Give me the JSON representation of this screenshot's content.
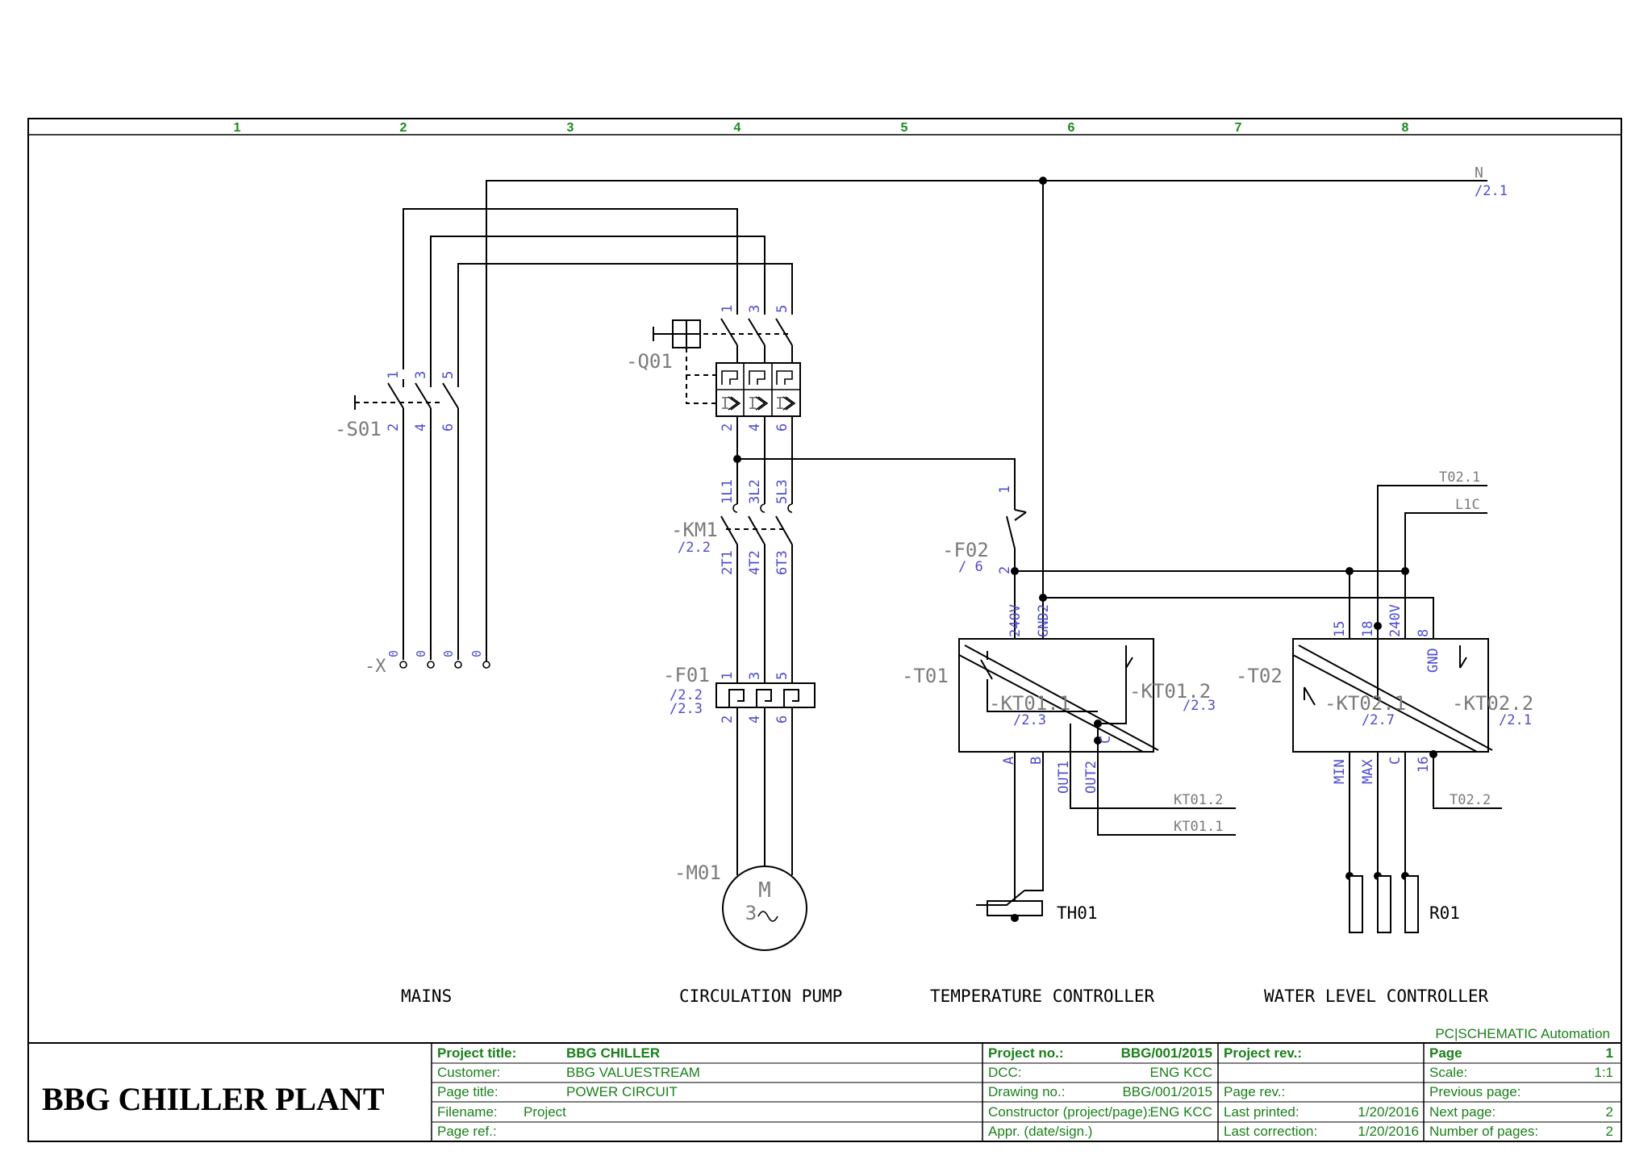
{
  "columns": [
    "1",
    "2",
    "3",
    "4",
    "5",
    "6",
    "7",
    "8"
  ],
  "refs": {
    "n_label": "N",
    "n_ref": "/2.1",
    "t021": "T02.1",
    "l1c": "L1C",
    "t022": "T02.2",
    "kt012": "KT01.2",
    "kt011": "KT01.1"
  },
  "components": {
    "s01": "-S01",
    "q01": "-Q01",
    "km1": "-KM1",
    "km1_ref": "/2.2",
    "f01": "-F01",
    "f01_ref1": "/2.2",
    "f01_ref2": "/2.3",
    "m01": "-M01",
    "motor_m": "M",
    "motor_3": "3",
    "x": "-X",
    "f02": "-F02",
    "f02_ref": "/ 6",
    "t01": "-T01",
    "kt011": "-KT01.1",
    "kt011_ref": "/2.3",
    "kt012": "-KT01.2",
    "kt012_ref": "/2.3",
    "t02": "-T02",
    "kt021": "-KT02.1",
    "kt021_ref": "/2.7",
    "kt022": "-KT02.2",
    "kt022_ref": "/2.1",
    "th01": "TH01",
    "r01": "R01"
  },
  "terminals": {
    "s01_top": [
      "1",
      "3",
      "5"
    ],
    "s01_bot": [
      "2",
      "4",
      "6"
    ],
    "q01_top": [
      "1",
      "3",
      "5"
    ],
    "q01_bot": [
      "2",
      "4",
      "6"
    ],
    "km1_top": [
      "1L1",
      "3L2",
      "5L3"
    ],
    "km1_bot": [
      "2T1",
      "4T2",
      "6T3"
    ],
    "f01_top": [
      "1",
      "3",
      "5"
    ],
    "f01_bot": [
      "2",
      "4",
      "6"
    ],
    "x_terms": [
      "0",
      "0",
      "0",
      "0"
    ],
    "f02_top": "1",
    "f02_bot": "2",
    "t01_top": [
      "240V",
      "GND2"
    ],
    "t01_bot": [
      "A",
      "B",
      "OUT1",
      "OUT2"
    ],
    "t01_c": "C",
    "t02_top": [
      "15",
      "18",
      "240V",
      "8"
    ],
    "t02_gnd": "GND",
    "t02_bot": [
      "MIN",
      "MAX",
      "C",
      "16"
    ]
  },
  "captions": {
    "mains": "MAINS",
    "pump": "CIRCULATION PUMP",
    "temp": "TEMPERATURE CONTROLLER",
    "water": "WATER LEVEL CONTROLLER"
  },
  "title_block": {
    "brand": "PC|SCHEMATIC Automation",
    "plant_title": "BBG CHILLER PLANT",
    "project_title_label": "Project title:",
    "project_title": "BBG CHILLER",
    "customer_label": "Customer:",
    "customer": "BBG VALUESTREAM",
    "page_title_label": "Page title:",
    "page_title": "POWER CIRCUIT",
    "filename_label": "Filename:",
    "filename": "Project",
    "page_ref_label": "Page ref.:",
    "project_no_label": "Project no.:",
    "project_no": "BBG/001/2015",
    "dcc_label": "DCC:",
    "dcc": "ENG KCC",
    "drawing_no_label": "Drawing no.:",
    "drawing_no": "BBG/001/2015",
    "constructor_label": "Constructor (project/page):",
    "constructor": "ENG KCC",
    "appr_label": "Appr. (date/sign.)",
    "project_rev_label": "Project rev.:",
    "page_rev_label": "Page rev.:",
    "last_printed_label": "Last printed:",
    "last_printed": "1/20/2016",
    "last_correction_label": "Last correction:",
    "last_correction": "1/20/2016",
    "page_label": "Page",
    "page": "1",
    "scale_label": "Scale:",
    "scale": "1:1",
    "previous_page_label": "Previous page:",
    "next_page_label": "Next page:",
    "next_page": "2",
    "number_of_pages_label": "Number of pages:",
    "number_of_pages": "2"
  }
}
